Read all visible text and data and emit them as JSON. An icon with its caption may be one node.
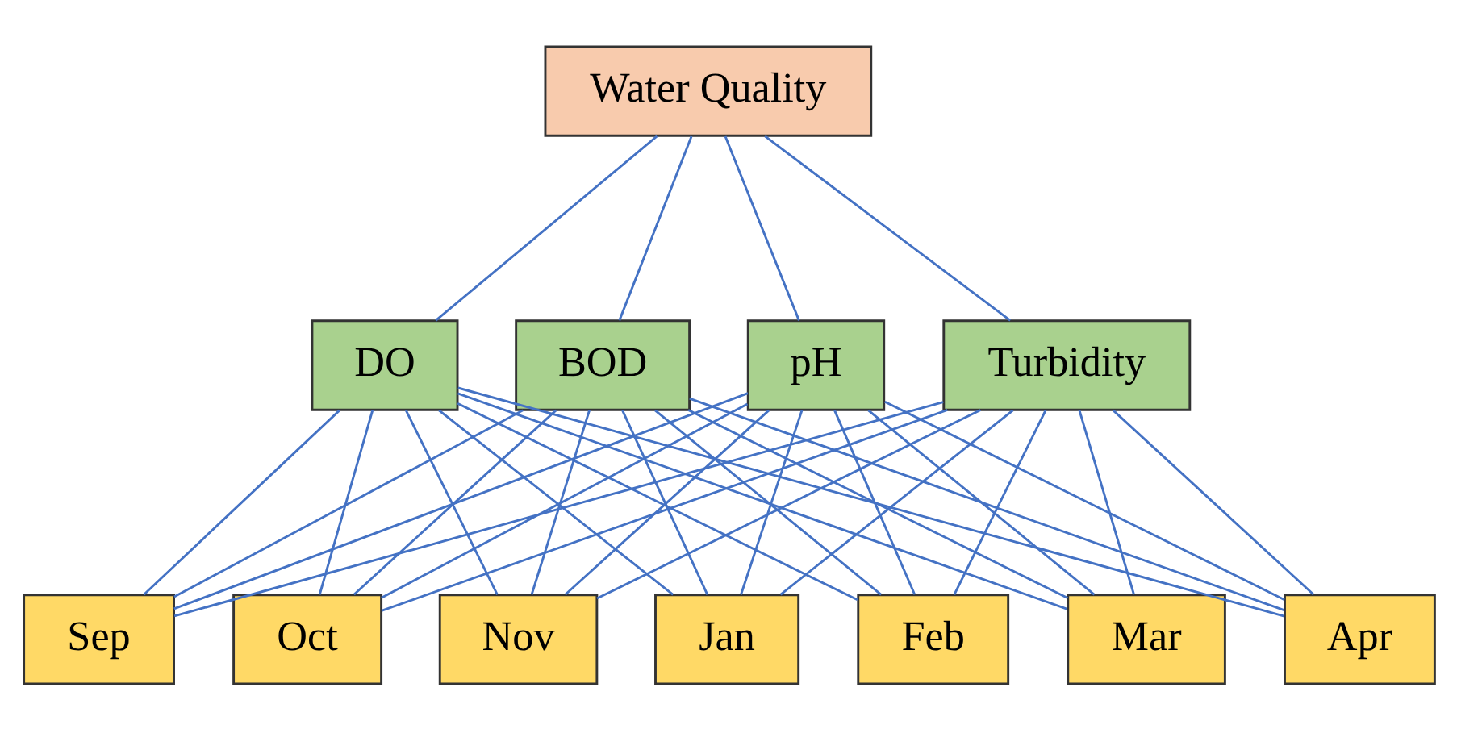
{
  "diagram": {
    "nodes": [
      {
        "text": [
          "Water Quality"
        ]
      },
      {
        "text": [
          "DO"
        ]
      },
      {
        "text": [
          "BOD"
        ]
      },
      {
        "text": [
          "pH"
        ]
      },
      {
        "text": [
          "Turbidity"
        ]
      },
      {
        "text": [
          "Sep"
        ]
      },
      {
        "text": [
          "Oct"
        ]
      },
      {
        "text": [
          "Nov"
        ]
      },
      {
        "text": [
          "Jan"
        ]
      },
      {
        "text": [
          "Feb"
        ]
      },
      {
        "text": [
          "Mar"
        ]
      },
      {
        "text": [
          "Apr"
        ]
      }
    ],
    "edges": [
      {
        "from": 0,
        "to": 1,
        "arrow": "none"
      },
      {
        "from": 0,
        "to": 2,
        "arrow": "none"
      },
      {
        "from": 0,
        "to": 3,
        "arrow": "none"
      },
      {
        "from": 0,
        "to": 4,
        "arrow": "none"
      },
      {
        "from": 1,
        "to": 5,
        "arrow": "none"
      },
      {
        "from": 1,
        "to": 6,
        "arrow": "none"
      },
      {
        "from": 1,
        "to": 7,
        "arrow": "none"
      },
      {
        "from": 1,
        "to": 8,
        "arrow": "none"
      },
      {
        "from": 1,
        "to": 9,
        "arrow": "none"
      },
      {
        "from": 1,
        "to": 10,
        "arrow": "none"
      },
      {
        "from": 1,
        "to": 11,
        "arrow": "none"
      },
      {
        "from": 2,
        "to": 5,
        "arrow": "none"
      },
      {
        "from": 2,
        "to": 6,
        "arrow": "none"
      },
      {
        "from": 2,
        "to": 7,
        "arrow": "none"
      },
      {
        "from": 2,
        "to": 8,
        "arrow": "none"
      },
      {
        "from": 2,
        "to": 9,
        "arrow": "none"
      },
      {
        "from": 2,
        "to": 10,
        "arrow": "none"
      },
      {
        "from": 2,
        "to": 11,
        "arrow": "none"
      },
      {
        "from": 3,
        "to": 5,
        "arrow": "none"
      },
      {
        "from": 3,
        "to": 6,
        "arrow": "none"
      },
      {
        "from": 3,
        "to": 7,
        "arrow": "none"
      },
      {
        "from": 3,
        "to": 8,
        "arrow": "none"
      },
      {
        "from": 3,
        "to": 9,
        "arrow": "none"
      },
      {
        "from": 3,
        "to": 10,
        "arrow": "none"
      },
      {
        "from": 3,
        "to": 11,
        "arrow": "none"
      },
      {
        "from": 4,
        "to": 5,
        "arrow": "none"
      },
      {
        "from": 4,
        "to": 6,
        "arrow": "none"
      },
      {
        "from": 4,
        "to": 7,
        "arrow": "none"
      },
      {
        "from": 4,
        "to": 8,
        "arrow": "none"
      },
      {
        "from": 4,
        "to": 9,
        "arrow": "none"
      },
      {
        "from": 4,
        "to": 10,
        "arrow": "none"
      },
      {
        "from": 4,
        "to": 11,
        "arrow": "none"
      }
    ]
  }
}
